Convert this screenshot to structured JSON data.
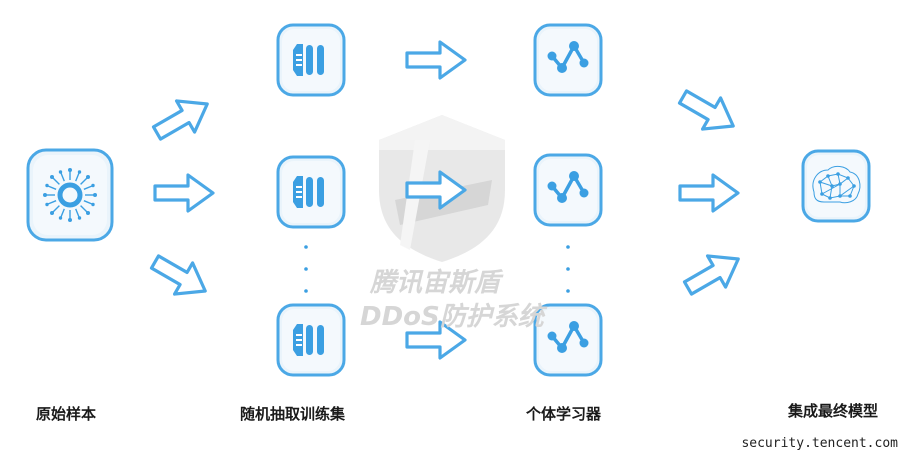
{
  "stages": {
    "samples": "原始样本",
    "bootstrap": "随机抽取训练集",
    "learners": "个体学习器",
    "ensemble": "集成最终模型"
  },
  "watermark": {
    "line1": "腾讯宙斯盾",
    "line2": "DDoS防护系统"
  },
  "footer": "security.tencent.com",
  "colors": {
    "accent": "#4ba8e6",
    "icon_fill": "#3b9fe2",
    "box_bg": "#e9f4fc",
    "watermark": "#dcdcdc"
  },
  "icons": {
    "samples": "ring-burst-icon",
    "bootstrap": "bars-bracket-icon",
    "learners": "trend-graph-icon",
    "ensemble": "neural-brain-icon"
  }
}
